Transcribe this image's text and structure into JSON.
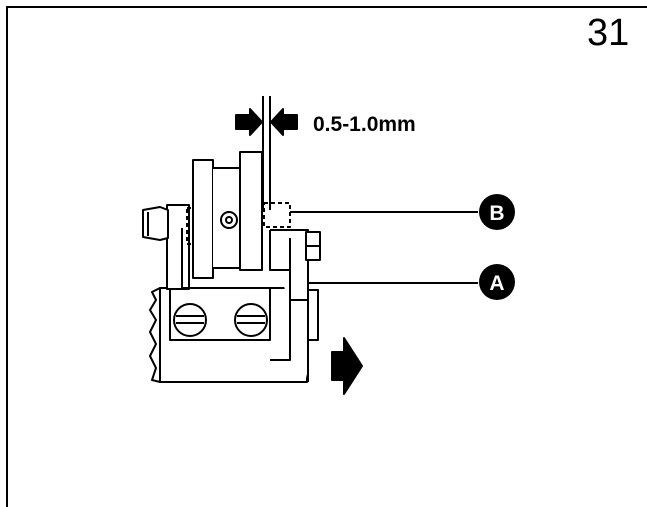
{
  "page_number": "31",
  "gap_label": "0.5-1.0mm",
  "callouts": {
    "b": "B",
    "a": "A"
  },
  "colors": {
    "ink": "#000000",
    "paper": "#ffffff"
  }
}
